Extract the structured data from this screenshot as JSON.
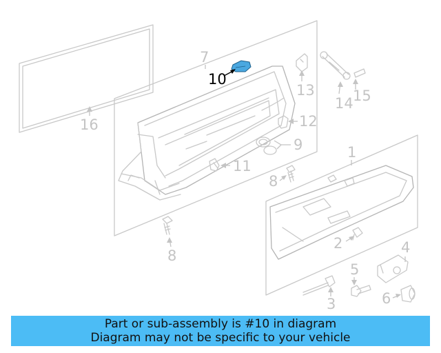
{
  "callouts": {
    "n1": "1",
    "n2": "2",
    "n3": "3",
    "n4": "4",
    "n5": "5",
    "n6": "6",
    "n7": "7",
    "n8a": "8",
    "n8b": "8",
    "n9": "9",
    "n10": "10",
    "n11": "11",
    "n12": "12",
    "n13": "13",
    "n14": "14",
    "n15": "15",
    "n16": "16"
  },
  "highlight": {
    "part": "10",
    "color": "#4aa8e0"
  },
  "banner": {
    "line1": "Part or sub-assembly is #10 in diagram",
    "line2": "Diagram may not be specific to your vehicle",
    "color": "#4cbcf5"
  }
}
